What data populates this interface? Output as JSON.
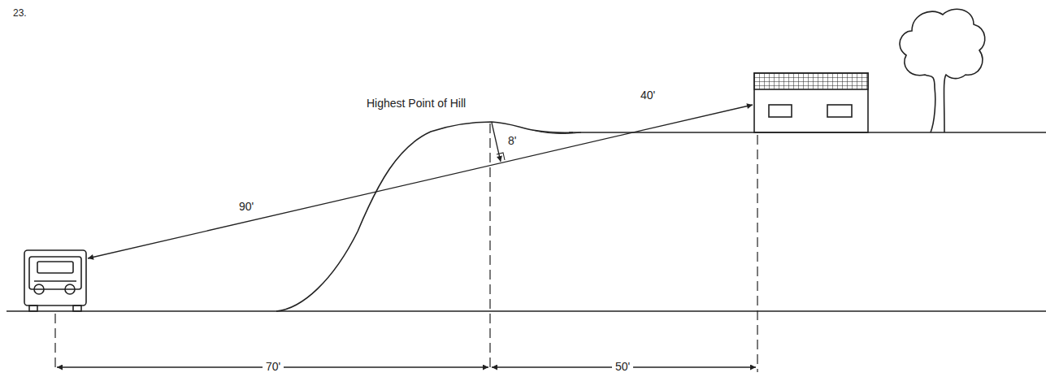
{
  "diagram": {
    "labels": [
      "23.",
      "Highest Point of Hill",
      "8'",
      "40'",
      "90'",
      "70'",
      "50'"
    ]
  }
}
